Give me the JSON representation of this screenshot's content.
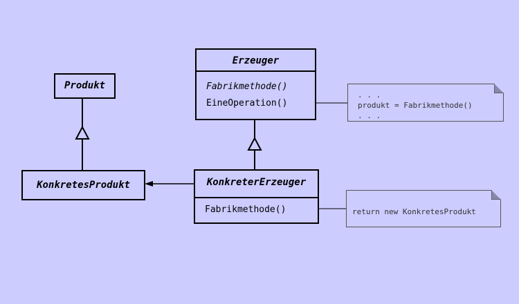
{
  "produkt": {
    "title": "Produkt"
  },
  "konkretes_produkt": {
    "title": "KonkretesProdukt"
  },
  "erzeuger": {
    "title": "Erzeuger",
    "operations": [
      "Fabrikmethode()",
      "EineOperation()"
    ]
  },
  "konkreter_erzeuger": {
    "title": "KonkreterErzeuger",
    "operations": [
      "Fabrikmethode()"
    ]
  },
  "note_erzeuger": {
    "lines": [
      ". . .",
      "produkt = Fabrikmethode()",
      ". . ."
    ]
  },
  "note_konkret": {
    "lines": [
      "return new KonkretesProdukt"
    ]
  },
  "colors": {
    "background": "#ccccff",
    "line": "#000000",
    "note_border": "#555555"
  }
}
